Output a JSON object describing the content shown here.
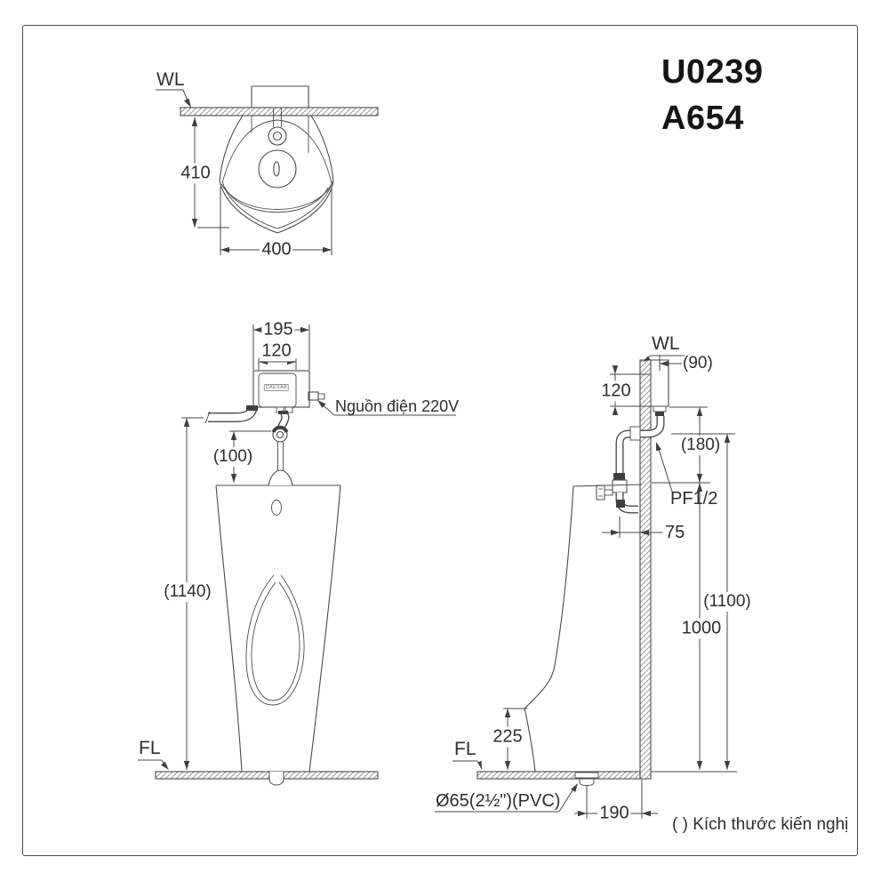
{
  "header": {
    "model_primary": "U0239",
    "model_secondary": "A654"
  },
  "footnote": "( ) Kích thước kiến nghị",
  "top_view": {
    "wall_label": "WL",
    "dim_height": "410",
    "dim_width": "400"
  },
  "front_view": {
    "dim_valve_width": "195",
    "dim_valve_inner": "120",
    "power_label": "Nguồn điện 220V",
    "brand": "CAESAR",
    "dim_spud_gap": "(100)",
    "dim_supply_height": "(1140)",
    "floor_label": "FL"
  },
  "side_view": {
    "wall_label": "WL",
    "dim_box_depth": "(90)",
    "dim_valve_height": "120",
    "dim_outlet_drop": "(180)",
    "thread_label": "PF1/2",
    "dim_wall_offset": "75",
    "dim_spud_height": "(1100)",
    "dim_rim_height": "1000",
    "dim_lip_height": "225",
    "dim_drain_offset": "190",
    "drain_label": "Ø65(2½\")(PVC)",
    "floor_label": "FL"
  }
}
